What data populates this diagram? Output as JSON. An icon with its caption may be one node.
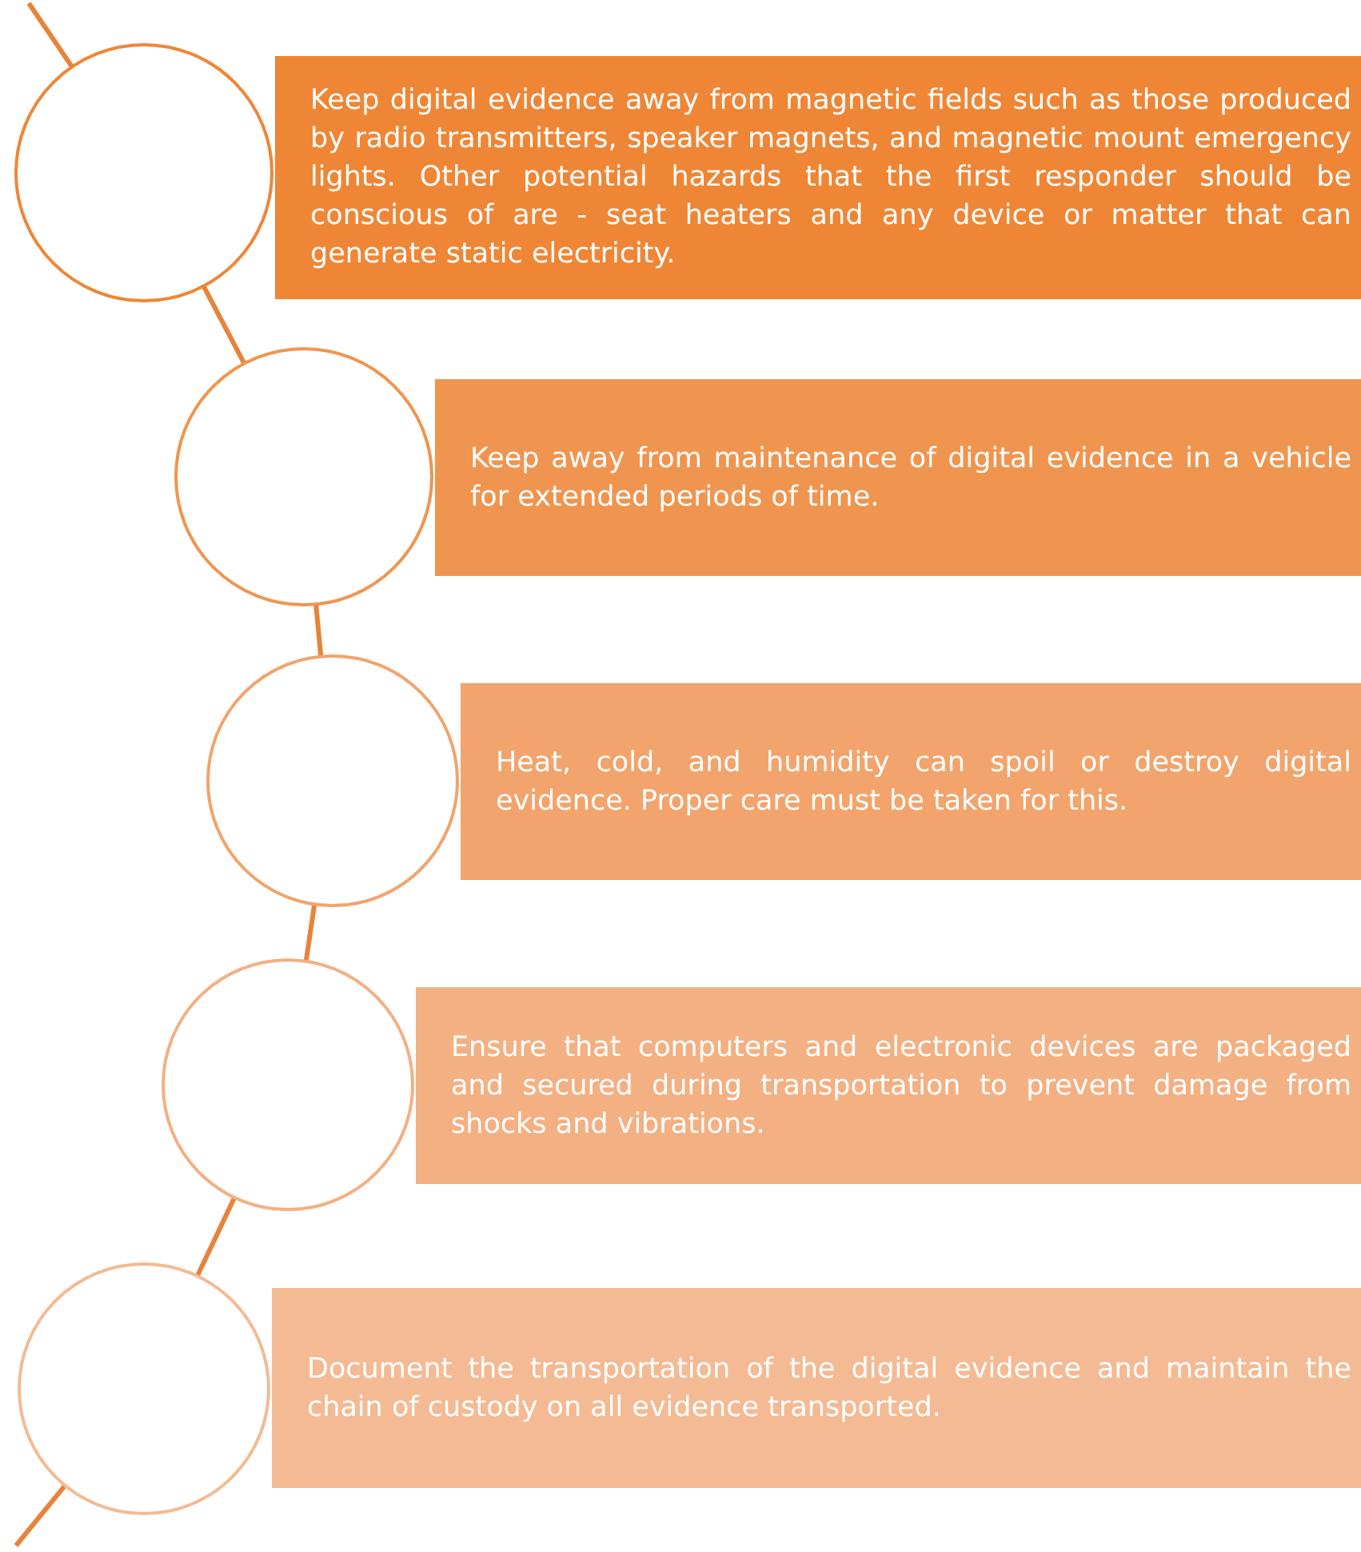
{
  "diagram": {
    "nodes": [
      {
        "text": [],
        "shape": "circle"
      },
      {
        "text": [
          "Keep digital evidence away from magnetic fields such as those produced by radio transmitters, speaker magnets, and magnetic mount emergency lights. Other potential hazards that the first responder should be conscious of are - seat heaters and any device or matter that can generate static electricity."
        ]
      },
      {
        "text": [],
        "shape": "circle"
      },
      {
        "text": [
          "Keep away from maintenance of digital evidence in a vehicle for extended periods of time."
        ]
      },
      {
        "text": [],
        "shape": "circle"
      },
      {
        "text": [
          "Heat, cold, and humidity can spoil or destroy digital evidence. Proper care must be taken for this."
        ]
      },
      {
        "text": [],
        "shape": "circle"
      },
      {
        "text": [
          "Ensure that computers and electronic devices are packaged and secured during transportation to prevent damage from shocks and vibrations."
        ]
      },
      {
        "text": [],
        "shape": "circle"
      },
      {
        "text": [
          "Document the transportation of the digital evidence and maintain the chain of custody on all evidence transported."
        ]
      }
    ],
    "edges": [
      {
        "from": null,
        "to": 0,
        "arrow": "none"
      },
      {
        "from": 0,
        "to": 2,
        "arrow": "none"
      },
      {
        "from": 2,
        "to": 4,
        "arrow": "none"
      },
      {
        "from": 4,
        "to": 6,
        "arrow": "none"
      },
      {
        "from": 6,
        "to": 8,
        "arrow": "none"
      },
      {
        "from": 8,
        "to": null,
        "arrow": "none"
      }
    ]
  }
}
